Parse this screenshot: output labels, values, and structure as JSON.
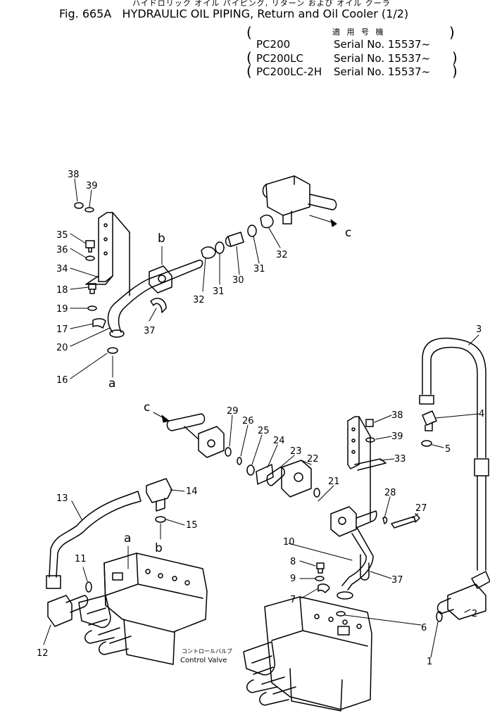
{
  "header": {
    "japanese_title": "ハイドロリック オイル パイピング, リターン および オイル クーラ",
    "figure_title": "Fig. 665A   HYDRAULIC OIL PIPING, Return and Oil Cooler (1/2)",
    "applicable_label": "適 用 号 機",
    "models": [
      {
        "model": "PC200",
        "serial": "Serial No. 15537~"
      },
      {
        "model": "PC200LC",
        "serial": "Serial No. 15537~"
      },
      {
        "model": "PC200LC-2H",
        "serial": "Serial No. 15537~"
      }
    ]
  },
  "diagram": {
    "part_numbers": [
      "38",
      "39",
      "35",
      "36",
      "34",
      "18",
      "19",
      "17",
      "20",
      "16",
      "37",
      "32",
      "31",
      "30",
      "31",
      "32",
      "3",
      "38",
      "4",
      "39",
      "5",
      "33",
      "29",
      "26",
      "25",
      "24",
      "23",
      "22",
      "21",
      "28",
      "27",
      "13",
      "14",
      "15",
      "10",
      "8",
      "9",
      "7",
      "37",
      "11",
      "12",
      "6",
      "1",
      "2"
    ],
    "connection_markers": {
      "b_top": "b",
      "a_top": "a",
      "c_top": "c",
      "c_mid": "c",
      "a_mid": "a",
      "b_mid": "b"
    },
    "control_valve_jp": "コントロールバルブ",
    "control_valve_en": "Control Valve"
  },
  "colors": {
    "ink": "#000000",
    "paper": "#ffffff"
  }
}
